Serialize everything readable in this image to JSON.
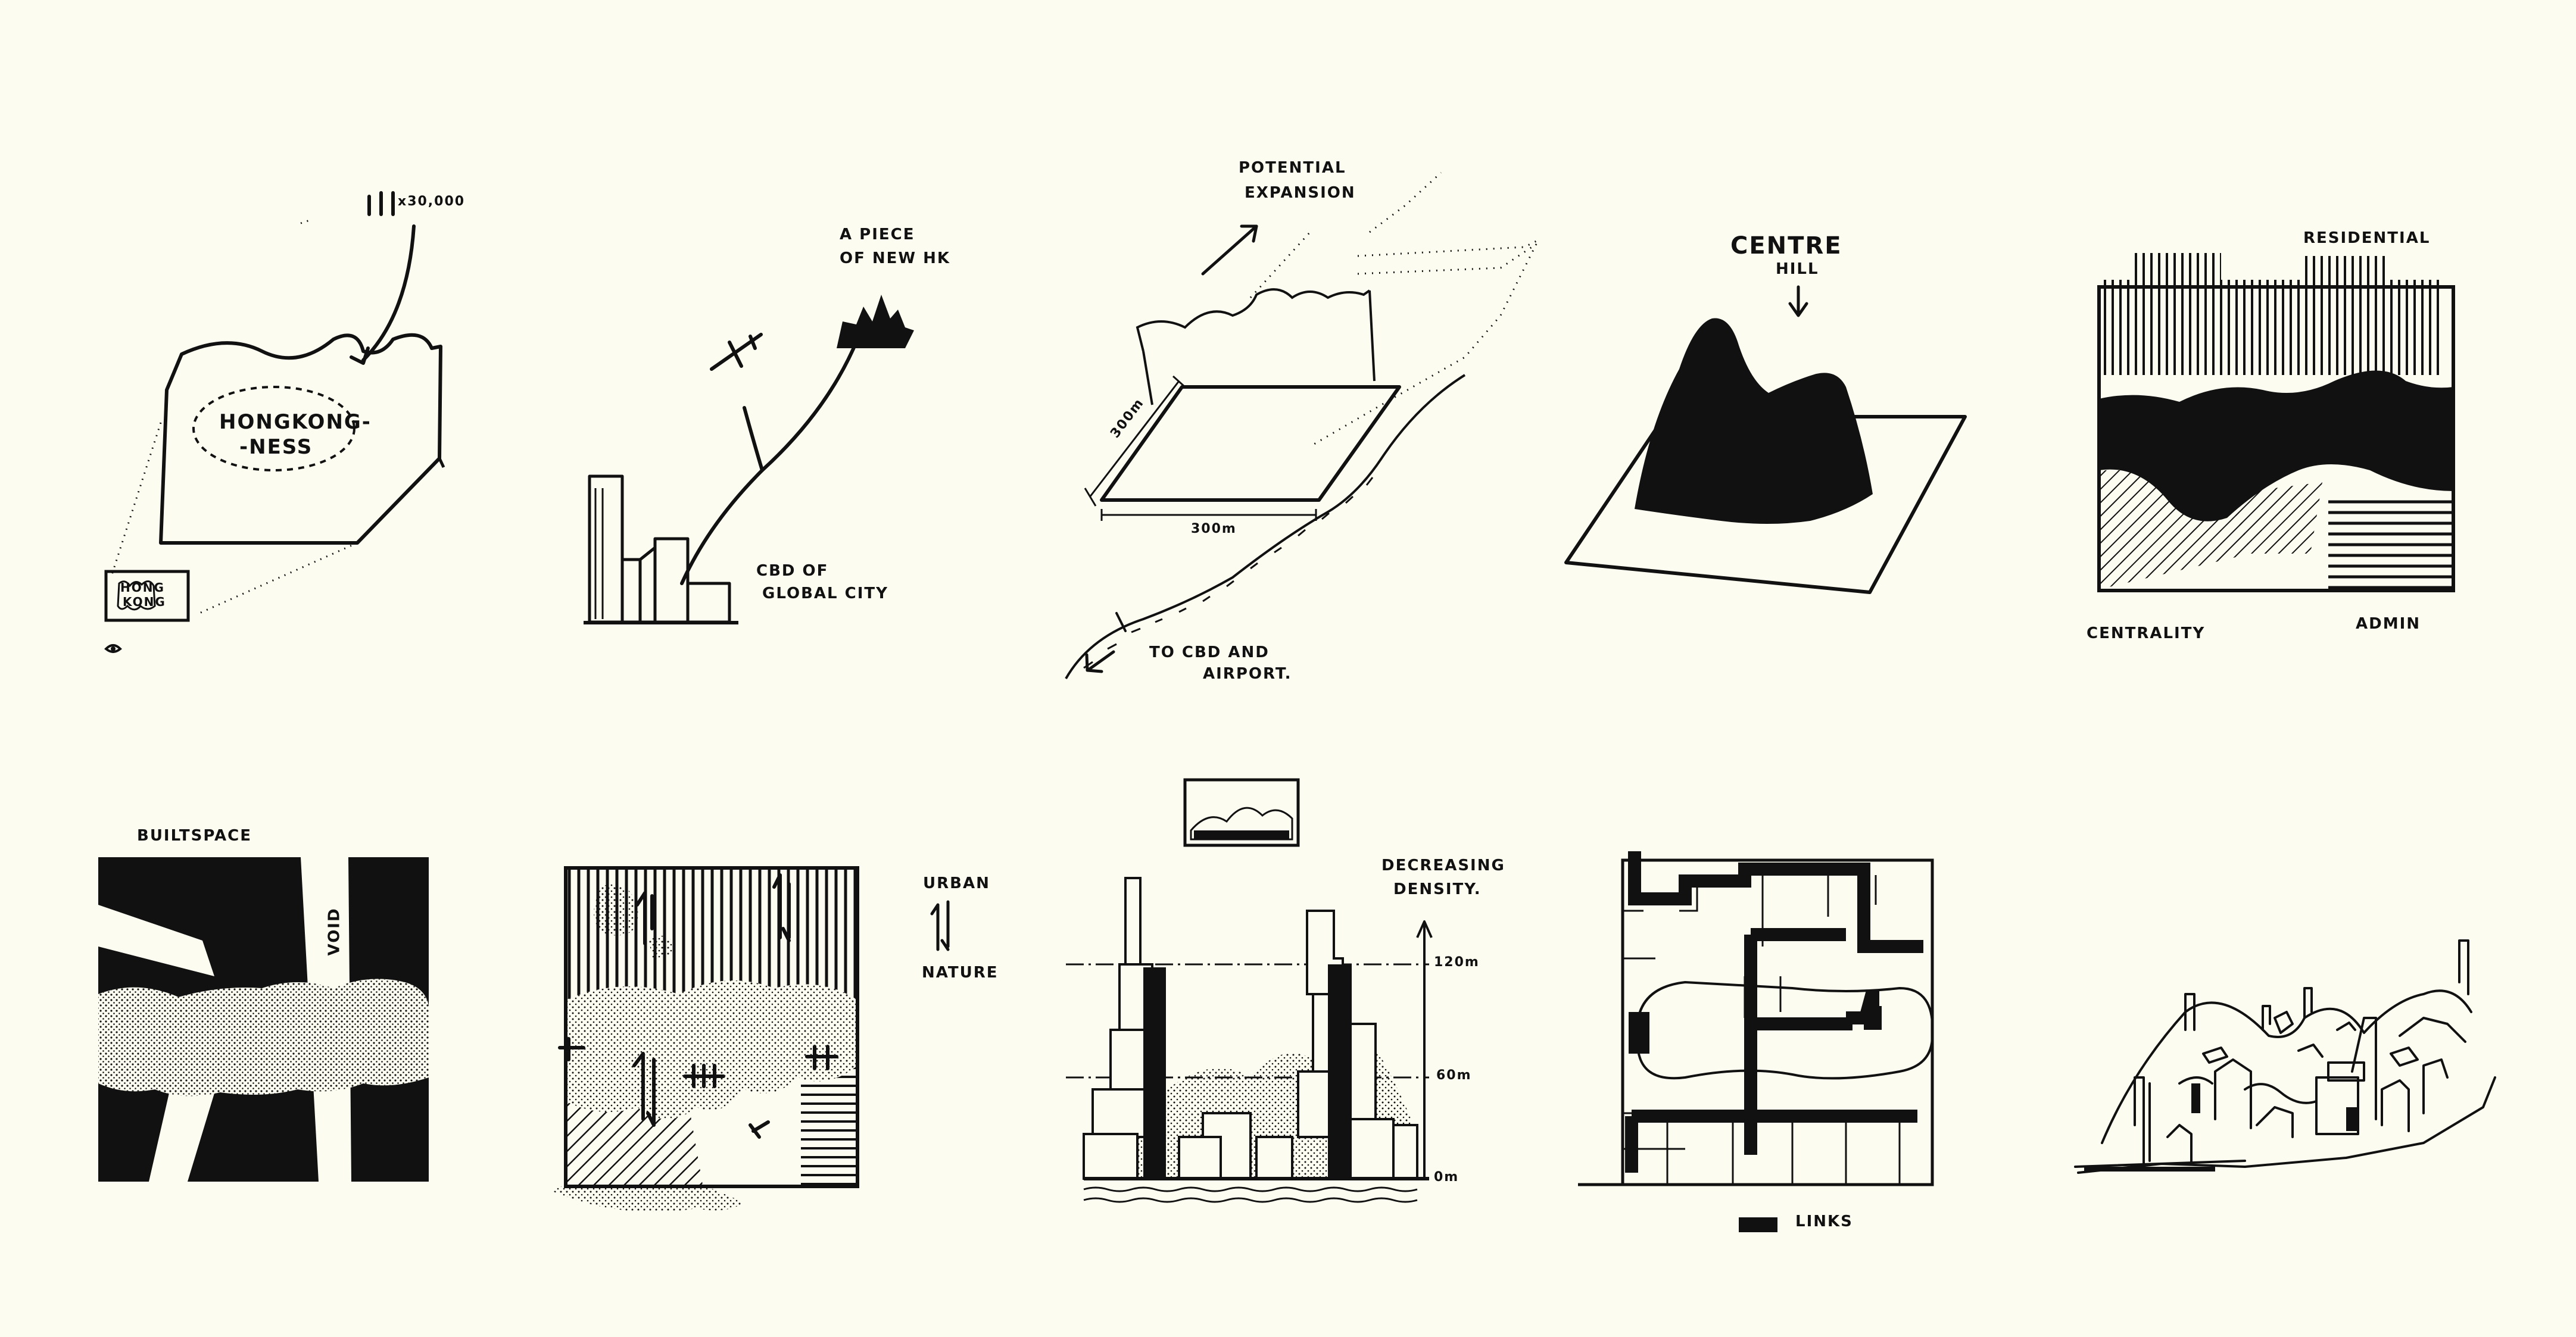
{
  "panels": {
    "hongkongness": {
      "counter_label": "x30,000",
      "center_label_line1": "HONGKONG-",
      "center_label_line2": "-NESS",
      "card_line1": "HONG",
      "card_line2": "KONG"
    },
    "piece_of_hk": {
      "title_line1": "A PIECE",
      "title_line2": "OF NEW HK",
      "cbd_line1": "CBD OF",
      "cbd_line2": "GLOBAL CITY"
    },
    "site": {
      "expansion_line1": "POTENTIAL",
      "expansion_line2": "EXPANSION",
      "dim_side": "300m",
      "dim_bottom": "300m",
      "route_line1": "TO CBD AND",
      "route_line2": "AIRPORT."
    },
    "centre_hill": {
      "label_line1": "CENTRE",
      "label_line2": "HILL"
    },
    "zoning": {
      "top_label": "RESIDENTIAL",
      "left_label": "CENTRALITY",
      "right_label": "ADMIN"
    },
    "builtspace": {
      "top_label": "BUILTSPACE",
      "void_label": "VOID"
    },
    "urban_nature": {
      "top_label": "URBAN",
      "bottom_label": "NATURE"
    },
    "density": {
      "title_line1": "DECREASING",
      "title_line2": "DENSITY.",
      "mark_top": "120m",
      "mark_mid": "60m",
      "mark_base": "0m"
    },
    "links": {
      "legend_label": "LINKS"
    }
  }
}
